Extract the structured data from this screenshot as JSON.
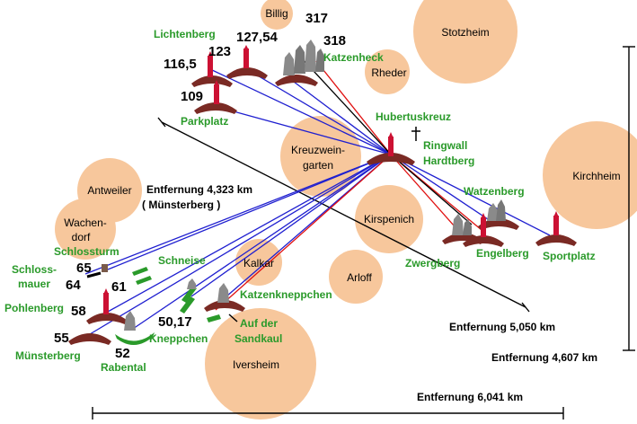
{
  "towns": {
    "billig": "Billig",
    "stotzheim": "Stotzheim",
    "rheder": "Rheder",
    "kreuzweingarten_1": "Kreuzwein-",
    "kreuzweingarten_2": "garten",
    "kirchheim": "Kirchheim",
    "antweiler": "Antweiler",
    "wachendorf_1": "Wachen-",
    "wachendorf_2": "dorf",
    "kirspenich": "Kirspenich",
    "kalkar": "Kalkar",
    "arloff": "Arloff",
    "iversheim": "Iversheim"
  },
  "places": {
    "lichtenberg": "Lichtenberg",
    "katzenheck": "Katzenheck",
    "parkplatz": "Parkplatz",
    "hubertuskreuz": "Hubertuskreuz",
    "ringwall_1": "Ringwall",
    "ringwall_2": "Hardtberg",
    "watzenberg": "Watzenberg",
    "engelberg": "Engelberg",
    "sportplatz": "Sportplatz",
    "zwergberg": "Zwergberg",
    "schlossturm": "Schlossturm",
    "schlossmauer_1": "Schloss-",
    "schlossmauer_2": "mauer",
    "schneise": "Schneise",
    "pohlenberg": "Pohlenberg",
    "muensterberg": "Münsterberg",
    "rabental": "Rabental",
    "kneppchen": "Kneppchen",
    "katzenkneppchen": "Katzenkneppchen",
    "sandkaul_1": "Auf der",
    "sandkaul_2": "Sandkaul"
  },
  "numbers": {
    "n317": "317",
    "n318": "318",
    "n127": "127,54",
    "n123": "123",
    "n116": "116,5",
    "n109": "109",
    "n65": "65",
    "n64": "64",
    "n61": "61",
    "n58": "58",
    "n55": "55",
    "n52": "52",
    "n50": "50,17"
  },
  "distances": {
    "muensterberg_1": "Entfernung 4,323 km",
    "muensterberg_2": "( Münsterberg )",
    "d5050": "Entfernung 5,050 km",
    "d4607": "Entfernung 4,607 km",
    "d6041": "Entfernung 6,041 km"
  },
  "colors": {
    "town_circle": "#f7c79c",
    "label_green": "#2a9a2a",
    "sight_line_blue": "#1f1fd0",
    "sight_line_red": "#e01010",
    "sight_line_black": "#000000",
    "tower": "#cc1133",
    "hill": "#7a2a24",
    "marker_green": "#2a9a2a"
  }
}
